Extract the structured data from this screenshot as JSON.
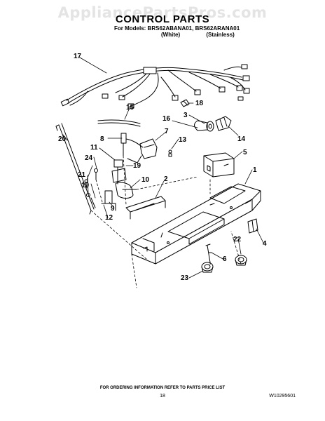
{
  "watermark": "AppliancePartsPros.com",
  "header": {
    "title": "CONTROL PARTS",
    "models_line": "For Models: BRS62ABANA01, BRS62ARANA01",
    "variant_white": "(White)",
    "variant_stainless": "(Stainless)"
  },
  "callouts": [
    "17",
    "18",
    "15",
    "3",
    "16",
    "14",
    "8",
    "7",
    "13",
    "20",
    "11",
    "5",
    "24",
    "19",
    "1",
    "10",
    "21",
    "2",
    "19",
    "9",
    "12",
    "4",
    "22",
    "6",
    "23"
  ],
  "footer": {
    "ordering_note": "FOR ORDERING INFORMATION REFER TO PARTS PRICE LIST",
    "page_number": "18",
    "doc_number": "W10295601"
  }
}
